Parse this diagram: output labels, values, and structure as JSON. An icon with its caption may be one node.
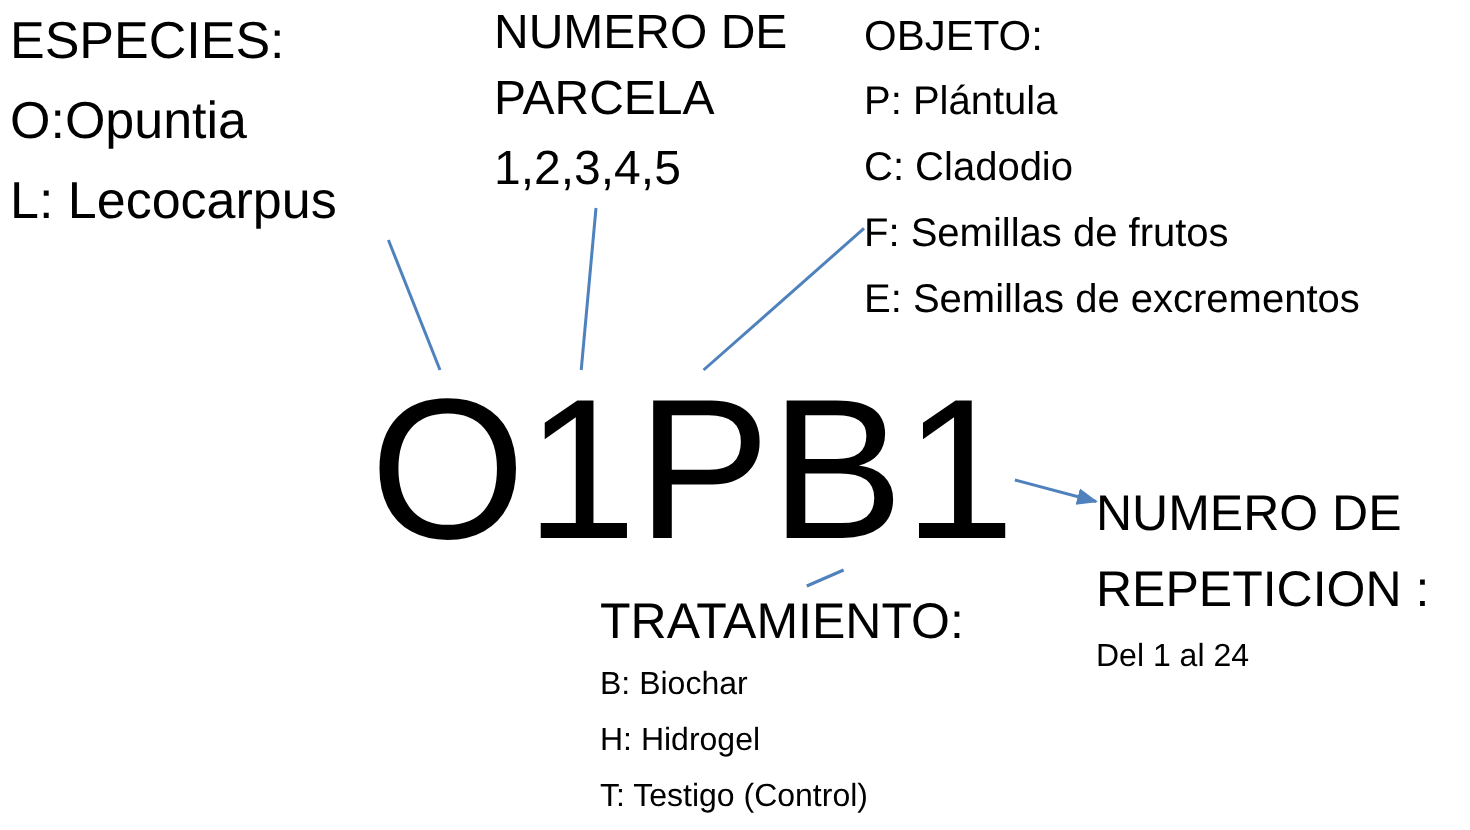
{
  "diagram": {
    "nodes": [
      {
        "text": [
          "ESPECIES:",
          "O:Opuntia",
          "L: Lecocarpus"
        ]
      },
      {
        "text": [
          "NUMERO DE PARCELA",
          "1,2,3,4,5"
        ]
      },
      {
        "text": [
          "OBJETO:",
          "P: Plántula",
          "C: Cladodio",
          "F: Semillas de frutos",
          "E: Semillas de excrementos"
        ]
      },
      {
        "text": [
          "TRATAMIENTO:",
          "B: Biochar",
          "H: Hidrogel",
          "T: Testigo (Control)"
        ]
      },
      {
        "text": [
          "NUMERO DE REPETICION :",
          "Del 1 al 24"
        ]
      },
      {
        "text": [
          "O"
        ]
      },
      {
        "text": [
          "1"
        ]
      },
      {
        "text": [
          "P"
        ]
      },
      {
        "text": [
          "B"
        ]
      },
      {
        "text": [
          "1"
        ]
      }
    ],
    "edges": [
      {
        "from": 0,
        "to": 5,
        "arrow": "none"
      },
      {
        "from": 1,
        "to": 6,
        "arrow": "none"
      },
      {
        "from": 2,
        "to": 7,
        "arrow": "none"
      },
      {
        "from": 3,
        "to": 8,
        "arrow": "none"
      },
      {
        "from": 9,
        "to": 4,
        "arrow": "to"
      }
    ]
  }
}
